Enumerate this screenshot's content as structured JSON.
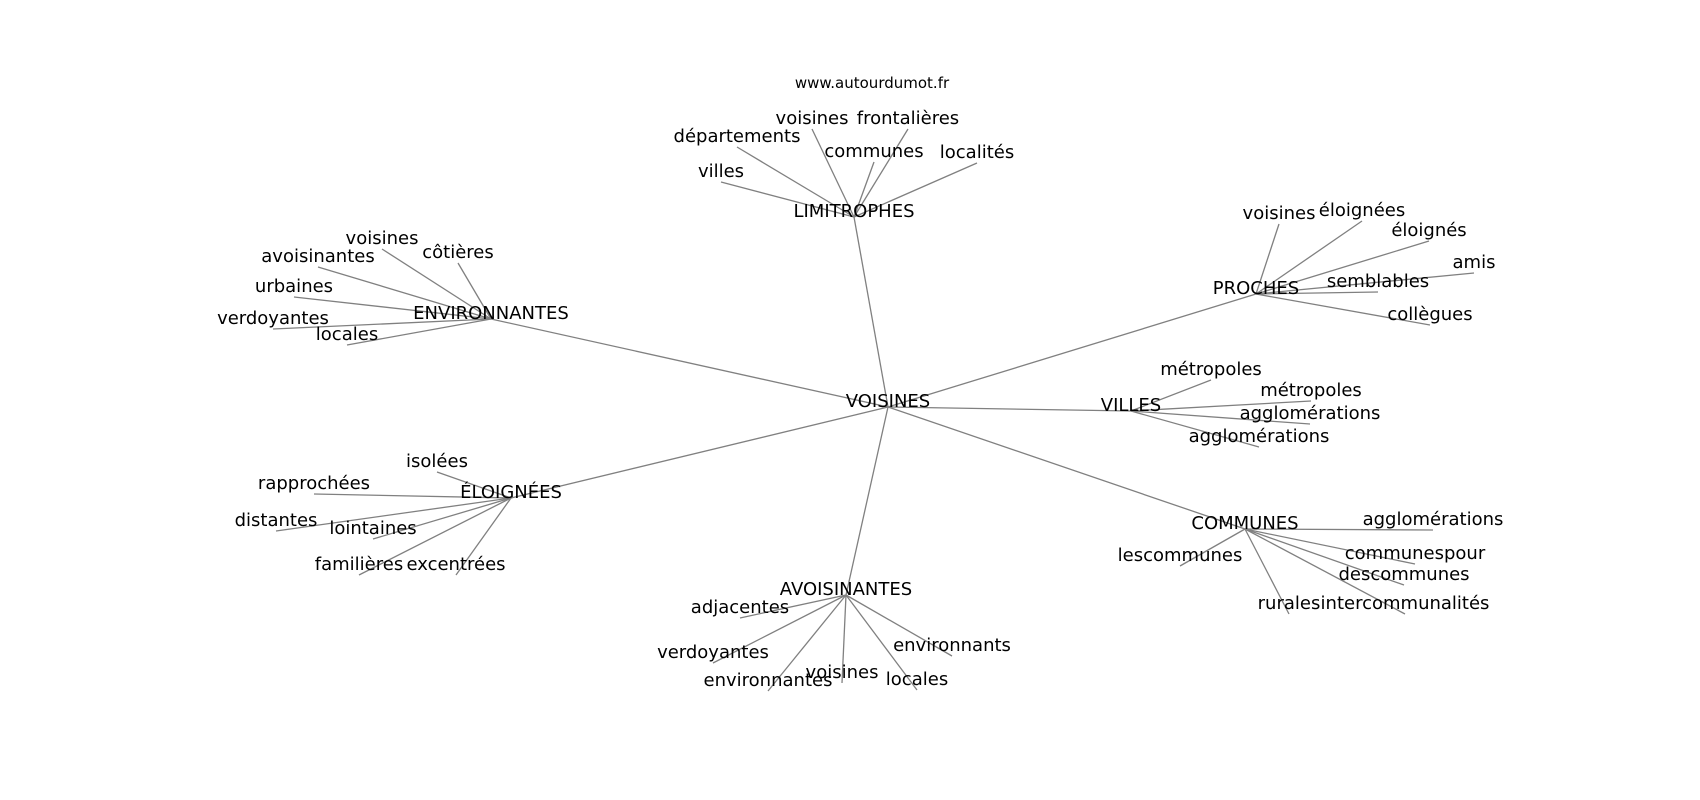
{
  "source": "www.autourdumot.fr",
  "center": "VOISINES",
  "groups": [
    {
      "hub": "LIMITROPHES",
      "leaves": [
        "voisines",
        "frontalières",
        "départements",
        "communes",
        "localités",
        "villes"
      ]
    },
    {
      "hub": "PROCHES",
      "leaves": [
        "voisines",
        "éloignées",
        "éloignés",
        "amis",
        "semblables",
        "collègues"
      ]
    },
    {
      "hub": "ENVIRONNANTES",
      "leaves": [
        "voisines",
        "côtières",
        "avoisinantes",
        "urbaines",
        "verdoyantes",
        "locales"
      ]
    },
    {
      "hub": "VILLES",
      "leaves": [
        "métropoles",
        "métropoles",
        "agglomérations",
        "agglomérations"
      ]
    },
    {
      "hub": "ÉLOIGNÉES",
      "leaves": [
        "isolées",
        "rapprochées",
        "distantes",
        "lointaines",
        "familières",
        "excentrées"
      ]
    },
    {
      "hub": "COMMUNES",
      "leaves": [
        "agglomérations",
        "communespour",
        "lescommunes",
        "descommunes",
        "rurales",
        "intercommunalités"
      ]
    },
    {
      "hub": "AVOISINANTES",
      "leaves": [
        "adjacentes",
        "verdoyantes",
        "environnants",
        "voisines",
        "environnantes",
        "locales"
      ]
    }
  ]
}
